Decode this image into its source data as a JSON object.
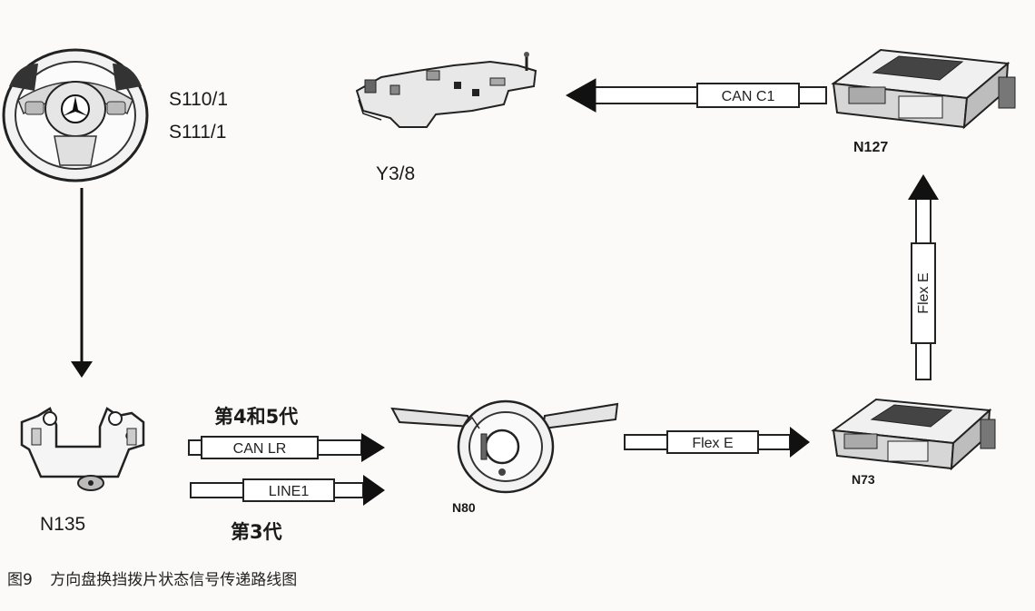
{
  "components": {
    "steering_wheel": {
      "switches": [
        "S110/1",
        "S111/1"
      ]
    },
    "y3_8": {
      "label": "Y3/8"
    },
    "n127": {
      "label": "N127"
    },
    "n135": {
      "label": "N135"
    },
    "n80": {
      "label": "N80"
    },
    "n73": {
      "label": "N73"
    }
  },
  "buses": {
    "can_c1": "CAN C1",
    "flex_e_vertical": "Flex E",
    "can_lr": "CAN LR",
    "line1": "LINE1",
    "flex_e_horizontal": "Flex E"
  },
  "generation_labels": {
    "gen45": "第4和5代",
    "gen3": "第3代"
  },
  "caption": {
    "number": "图9",
    "text": "方向盘换挡拨片状态信号传递路线图"
  }
}
